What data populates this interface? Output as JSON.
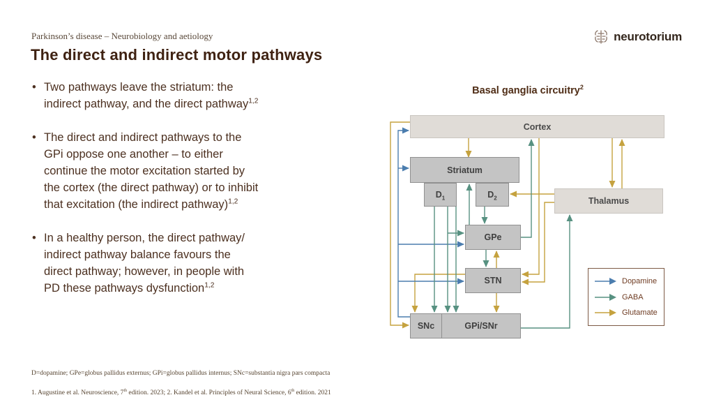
{
  "slide": {
    "kicker": "Parkinson’s disease – Neurobiology and aetiology",
    "title": "The direct and indirect motor pathways",
    "logo_text": "neurotorium"
  },
  "bullets": [
    {
      "lines": [
        "Two pathways leave the striatum: the",
        "indirect pathway, and the direct pathway"
      ],
      "sup": "1,2"
    },
    {
      "lines": [
        "The direct and indirect pathways to the",
        "GPi oppose one another – to either",
        "continue the motor excitation started by",
        "the cortex (the direct pathway) or to inhibit",
        "that excitation (the indirect pathway)"
      ],
      "sup": "1,2"
    },
    {
      "lines": [
        "In a healthy person, the direct pathway/",
        "indirect pathway balance favours the",
        "direct pathway; however, in people with",
        "PD these pathways dysfunction"
      ],
      "sup": "1,2"
    }
  ],
  "diagram": {
    "title": "Basal ganglia circuitry",
    "title_sup": "2",
    "nodes": {
      "cortex": "Cortex",
      "striatum": "Striatum",
      "d1_base": "D",
      "d1_sub": "1",
      "d2_base": "D",
      "d2_sub": "2",
      "thalamus": "Thalamus",
      "gpe": "GPe",
      "stn": "STN",
      "snc": "SNc",
      "gpi": "GPi/SNr"
    },
    "legend": [
      {
        "label": "Dopamine",
        "color": "#4b7dae"
      },
      {
        "label": "GABA",
        "color": "#579181"
      },
      {
        "label": "Glutamate",
        "color": "#c5a23f"
      }
    ]
  },
  "footnotes": {
    "abbreviations": "D=dopamine; GPe=globus pallidus externus; GPi=globus pallidus internus; SNc=substantia nigra pars compacta",
    "reference_parts": [
      "1. Augustine et al. Neuroscience, 7",
      "th",
      " edition. 2023; 2. Kandel et al. Principles of Neural Science, 6",
      "th",
      " edition. 2021"
    ]
  }
}
